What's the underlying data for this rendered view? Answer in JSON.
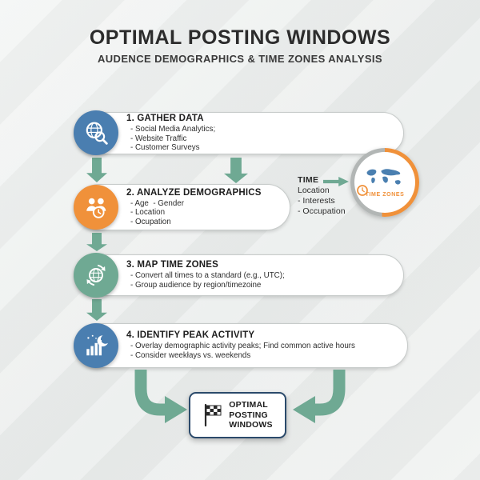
{
  "title": "OPTIMAL POSTING WINDOWS",
  "subtitle": "AUDENCE DEMOGRAPHICS & TIME ZONES ANALYSIS",
  "steps": [
    {
      "heading": "1. GATHER DATA",
      "items": [
        "- Social Media Analytics;",
        "- Website Traffic",
        "- Customer Surveys"
      ],
      "icon": "globe-search-icon",
      "color": "#4a7eb0"
    },
    {
      "heading": "2. ANALYZE DEMOGRAPHICS",
      "items": [
        "- Age  - Gender",
        "- Location",
        "- Ocupation"
      ],
      "icon": "people-clock-icon",
      "color": "#f0913a"
    },
    {
      "heading": "3. MAP TIME ZONES",
      "items": [
        "- Convert all times to a standard (e.g., UTC);",
        "- Group audience by region/timezoine"
      ],
      "icon": "globe-sync-icon",
      "color": "#6fa993"
    },
    {
      "heading": "4. IDENTIFY PEAK ACTIVITY",
      "items": [
        "- Overlay demographic activity peaks; Find common active hours",
        "- Consider weekłays vs. weekends"
      ],
      "icon": "bar-chart-moon-icon",
      "color": "#4a7eb0"
    }
  ],
  "time_annotation": {
    "lead": "TIME",
    "lines": [
      "Location",
      "- Interests",
      "- Occupation"
    ]
  },
  "timezones_badge": {
    "label": "TIME ZONES"
  },
  "result": {
    "lines": [
      "OPTIMAL",
      "POSTING",
      "WINDOWS"
    ],
    "icon": "checkered-flag-icon"
  },
  "colors": {
    "blue": "#4a7eb0",
    "orange": "#f0913a",
    "green": "#6fa993",
    "arrow_green": "#6fa993",
    "result_border": "#2b4a6b",
    "background": "#edefee"
  }
}
